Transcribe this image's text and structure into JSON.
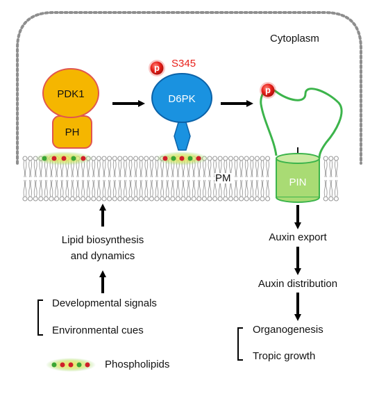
{
  "compartment": {
    "cytoplasm": "Cytoplasm",
    "membrane": "PM"
  },
  "proteins": {
    "pdk1": "PDK1",
    "ph": "PH",
    "d6pk": "D6PK",
    "pin": "PIN"
  },
  "phospho": {
    "marker": "p",
    "site": "S345"
  },
  "upstream": {
    "lipid_line1": "Lipid biosynthesis",
    "lipid_line2": "and dynamics",
    "signals": [
      "Developmental signals",
      "Environmental cues"
    ]
  },
  "downstream": {
    "export": "Auxin export",
    "distribution": "Auxin distribution",
    "outcomes": [
      "Organogenesis",
      "Tropic growth"
    ]
  },
  "legend": {
    "label": "Phospholipids"
  },
  "colors": {
    "pdk1_fill": "#f5b600",
    "pdk1_stroke": "#e0554f",
    "d6pk_fill": "#1a92e0",
    "d6pk_stroke": "#0b62a8",
    "pin_fill": "#a9db74",
    "pin_stroke": "#3cb44b",
    "phospho_red": "#e8201a",
    "site_text": "#e8201a",
    "lipid_red": "#d0202a",
    "lipid_green": "#3aa635",
    "lipid_glow": "#f0e45a",
    "membrane_gray": "#9a9a9a",
    "border_gray": "#8e8e8e"
  }
}
